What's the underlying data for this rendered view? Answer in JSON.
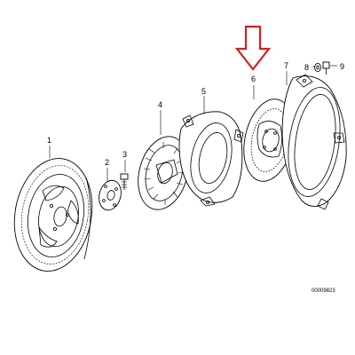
{
  "diagram": {
    "callouts": [
      {
        "id": "1",
        "label": "1"
      },
      {
        "id": "2",
        "label": "2"
      },
      {
        "id": "3",
        "label": "3"
      },
      {
        "id": "4",
        "label": "4"
      },
      {
        "id": "5",
        "label": "5"
      },
      {
        "id": "6",
        "label": "6"
      },
      {
        "id": "7",
        "label": "7"
      },
      {
        "id": "8",
        "label": "8"
      },
      {
        "id": "9",
        "label": "9"
      }
    ],
    "document_number": "00009823",
    "highlight": {
      "target": "6",
      "color": "#d81e1e"
    }
  }
}
